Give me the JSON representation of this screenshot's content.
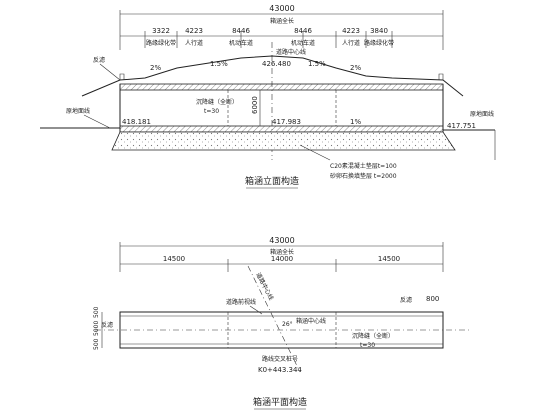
{
  "section": {
    "total": "43000",
    "total_label": "箱涵全长",
    "segments": [
      "3322",
      "4223",
      "8446",
      "8446",
      "4223",
      "3840"
    ],
    "segment_names": [
      "路缘绿化带",
      "人行道",
      "机动车道",
      "机动车道",
      "人行道",
      "路缘绿化带"
    ],
    "centerline": "道路中心线",
    "crown_elev": "426.480",
    "slopes": [
      "2%",
      "1.5%",
      "1.5%",
      "2%"
    ],
    "left_end_label": "反滤",
    "ground_line_label": "原地面线",
    "left_elev": "418.181",
    "hinge_label": "沉降缝（全断）",
    "hinge_t": "t=30",
    "invert_elev": "417.983",
    "height_dim": "6000",
    "slope_inv": "1%",
    "right_elev": "417.751",
    "right_label": "原地面线",
    "base_note1": "C20素混凝土垫层t=100",
    "base_note2": "砂卵石换填垫层 t=2000",
    "title": "箱涵立面构造"
  },
  "plan": {
    "total": "43000",
    "total_label": "箱涵全长",
    "segments": [
      "14500",
      "14000",
      "14500"
    ],
    "skew_label": "道路中心线",
    "left_label": "道路前视线",
    "center_label": "箱涵中心线",
    "right_label": "反滤",
    "left_end_label": "反滤",
    "width_800": "800",
    "dims_left": [
      "500",
      "5000",
      "500"
    ],
    "angle": "26°",
    "hinge_label": "沉降缝（全断）",
    "hinge_t": "t=30",
    "station_label": "路线交叉桩号",
    "station": "K0+443.344",
    "title": "箱涵平面构造"
  }
}
